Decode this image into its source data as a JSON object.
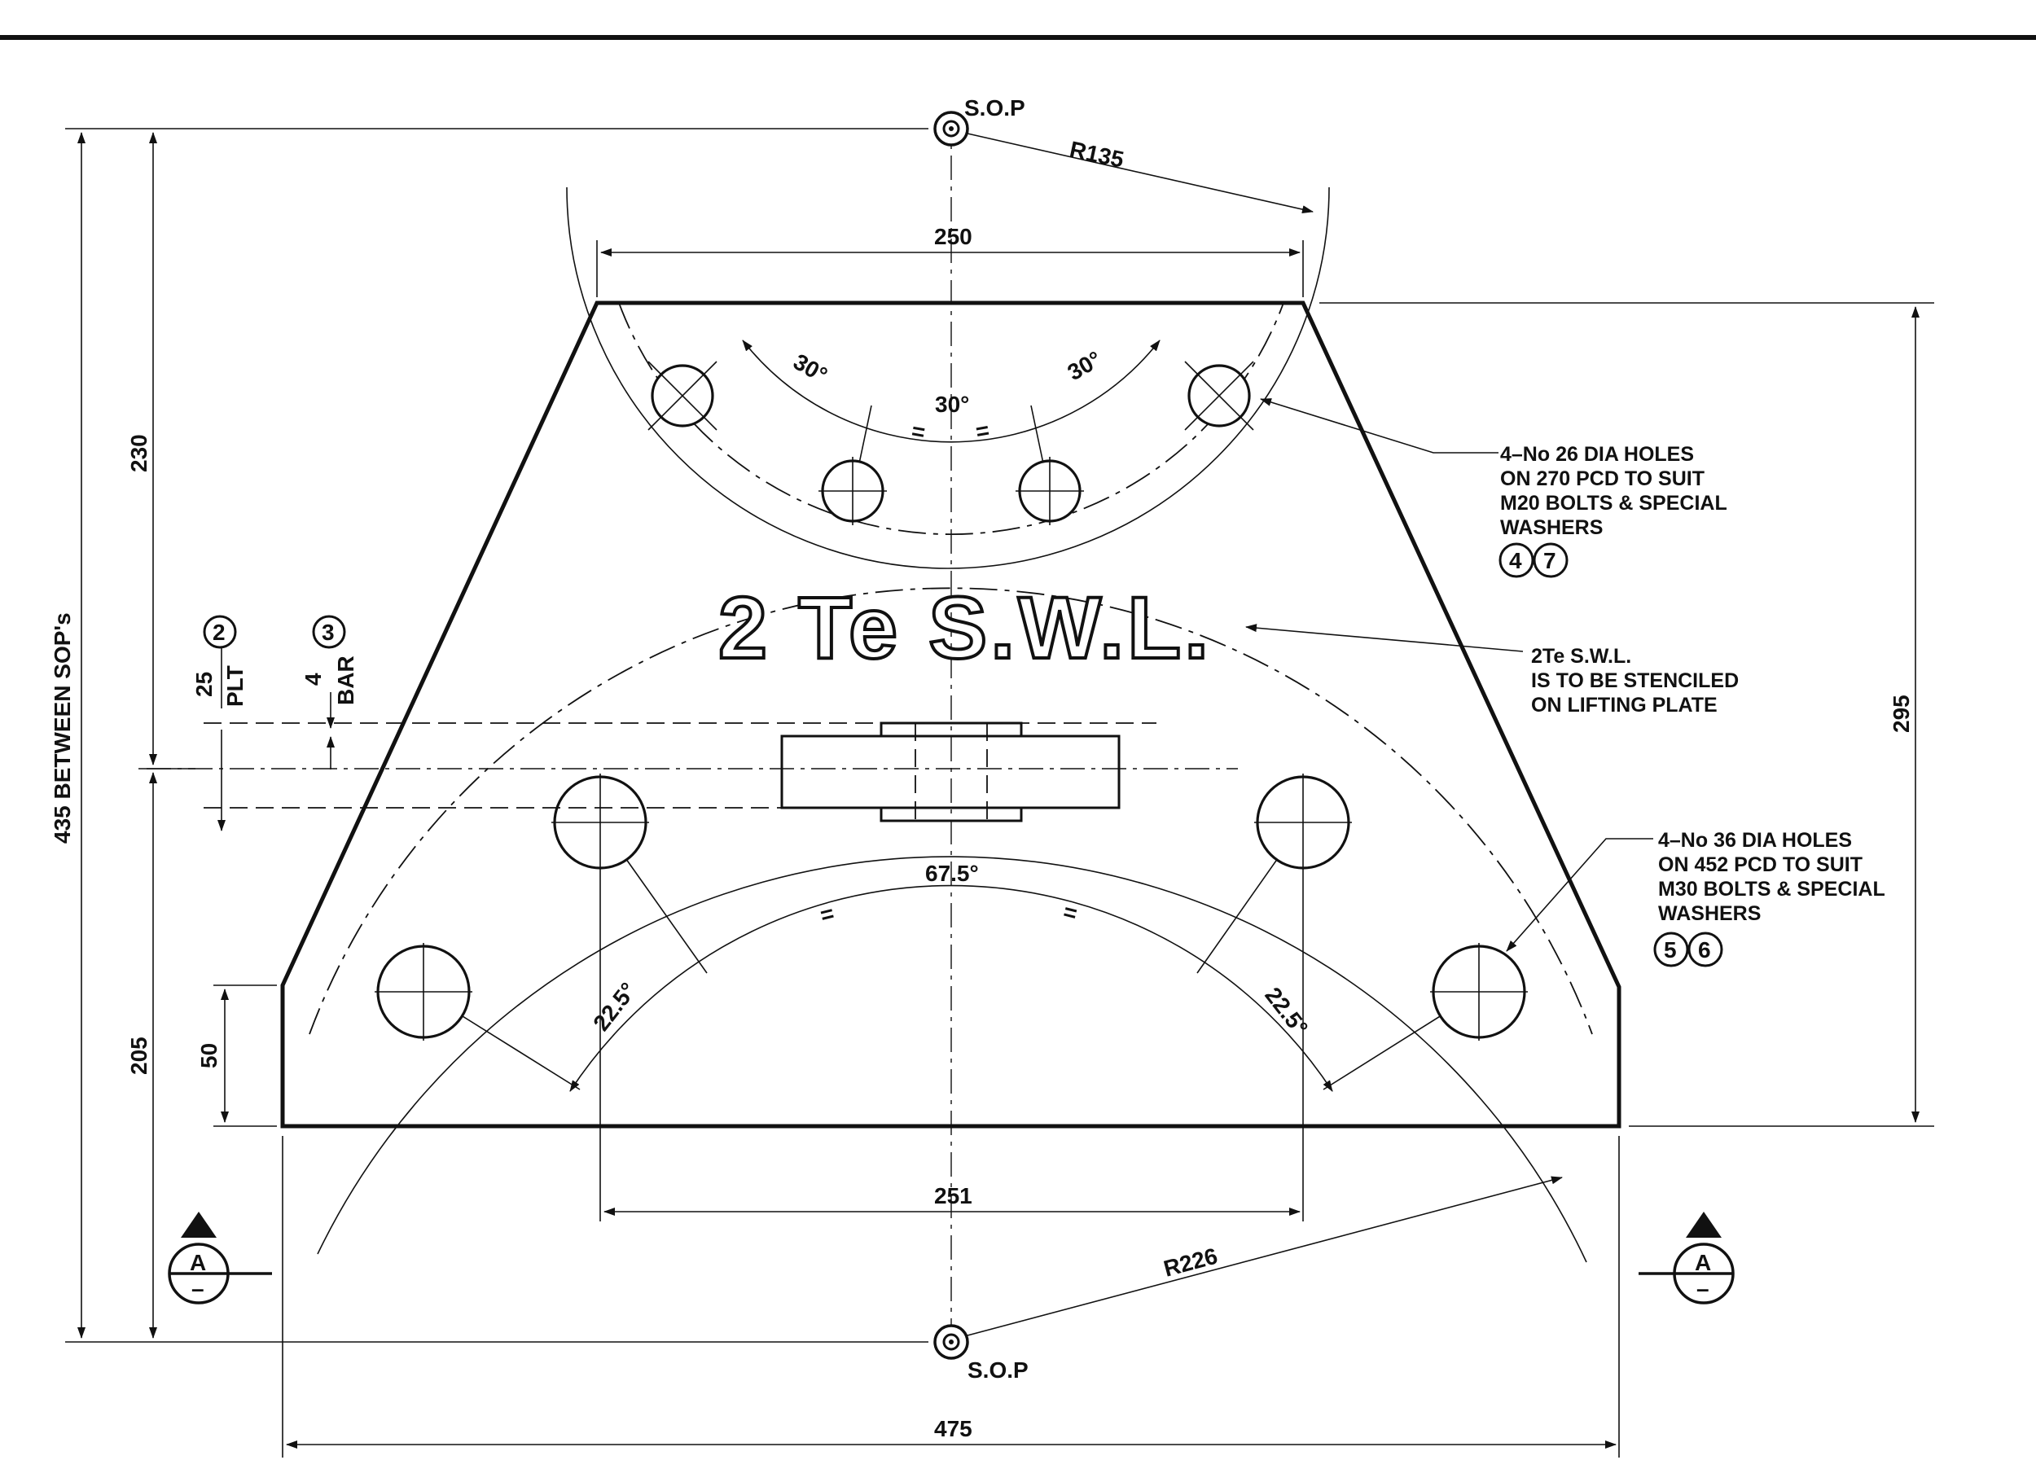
{
  "drawing": {
    "sop_label_top": "S.O.P",
    "sop_label_bottom": "S.O.P",
    "r_top": "R135",
    "r_bottom": "R226",
    "dim_top_width": "250",
    "dim_bottom_width": "475",
    "dim_hole_span": "251",
    "dim_overall_height": "435 BETWEEN SOP's",
    "dim_upper_height": "230",
    "dim_lower_height": "205",
    "dim_right_height": "295",
    "dim_edge_height": "50",
    "angle_left": "30°",
    "angle_center": "30°",
    "angle_right": "30°",
    "angle_lower": "67.5°",
    "angle_lower_left": "22.5°",
    "angle_lower_right": "22.5°",
    "equal_mark": "=",
    "plt_thickness": "25",
    "plt_label": "PLT",
    "plt_item": "2",
    "bar_thickness": "4",
    "bar_label": "BAR",
    "bar_item": "3",
    "stencil_text": "2 Te S.W.L.",
    "note_small_holes": [
      "4–No 26 DIA HOLES",
      "ON 270 PCD TO SUIT",
      "M20 BOLTS & SPECIAL",
      "WASHERS"
    ],
    "small_hole_items": [
      "4",
      "7"
    ],
    "note_stencil": [
      "2Te S.W.L.",
      "IS TO BE STENCILED",
      "ON LIFTING PLATE"
    ],
    "note_large_holes": [
      "4–No 36 DIA HOLES",
      "ON 452 PCD TO SUIT",
      "M30 BOLTS & SPECIAL",
      "WASHERS"
    ],
    "large_hole_items": [
      "5",
      "6"
    ],
    "section_letter_left": "A",
    "section_letter_right": "A",
    "section_dash": "–"
  }
}
